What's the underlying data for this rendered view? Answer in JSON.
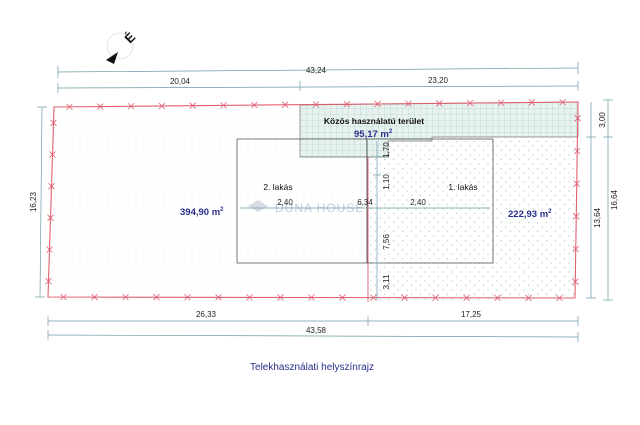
{
  "north_label": "É",
  "caption": "Telekhasználati helyszínrajz",
  "watermark": "DUNA HOUSE",
  "areas": {
    "common_label": "Közös használatú terület",
    "common_value": "95,17",
    "left_value": "394,90",
    "right_value": "222,93",
    "unit": "m",
    "unit_sup": "2"
  },
  "units": {
    "unit2": "2. lakás",
    "unit1": "1. lakás"
  },
  "dimensions": {
    "top_total": "43,24",
    "top_left": "20,04",
    "top_right": "23,20",
    "bottom_left": "26,33",
    "bottom_right": "17,25",
    "bottom_total": "43,58",
    "left_side": "16,23",
    "right_top": "3,00",
    "right_inner": "13,64",
    "right_total": "16,64",
    "inner_170": "1,70",
    "inner_110": "1,10",
    "inner_756": "7,56",
    "inner_311": "3,11",
    "inner_240_left": "2,40",
    "inner_634": "6,34",
    "inner_240_right": "2,40"
  },
  "colors": {
    "boundary": "#e06070",
    "common_fill": "#e7f2ef",
    "text_blue": "#2a2f8e",
    "dim_line": "#6a9aa6"
  }
}
